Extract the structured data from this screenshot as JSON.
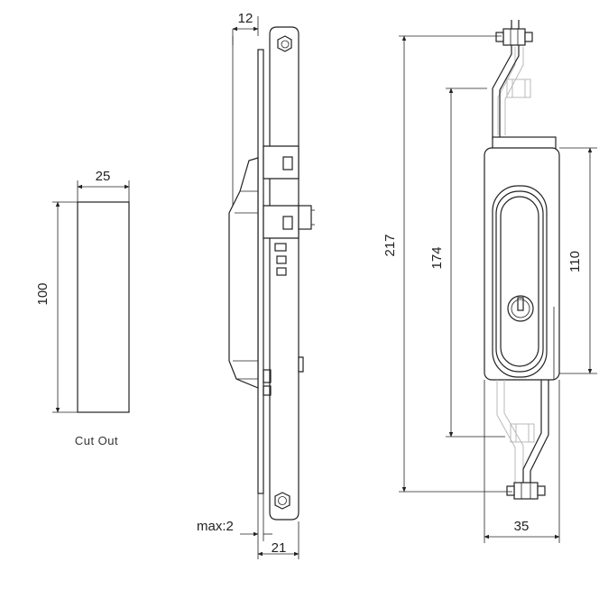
{
  "cutout": {
    "caption": "Cut Out",
    "width_label": "25",
    "height_label": "100"
  },
  "side_view": {
    "top_dim_label": "12",
    "bottom_dim_label": "21",
    "max_label": "max:2"
  },
  "front_view": {
    "overall_height_label": "217",
    "hole_pitch_label": "174",
    "body_height_label": "110",
    "body_width_label": "35"
  },
  "colors": {
    "line": "#222222",
    "ghost": "#b9b9b9",
    "background": "#ffffff"
  }
}
